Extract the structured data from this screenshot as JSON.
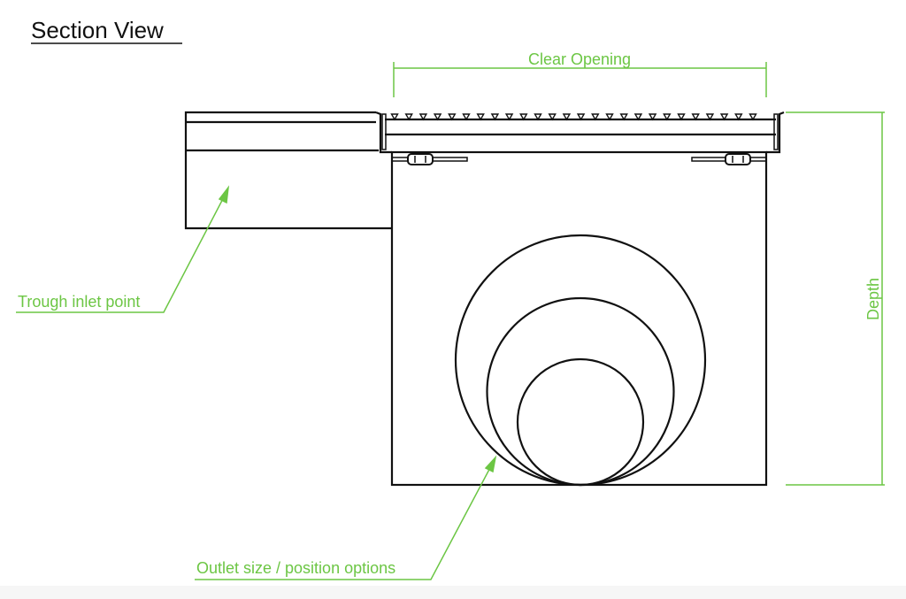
{
  "title": "Section View",
  "labels": {
    "clear_opening": "Clear Opening",
    "depth": "Depth",
    "trough_inlet": "Trough inlet point",
    "outlet_options": "Outlet size / position options"
  },
  "colors": {
    "annotation": "#6cc644",
    "line": "#111111"
  }
}
